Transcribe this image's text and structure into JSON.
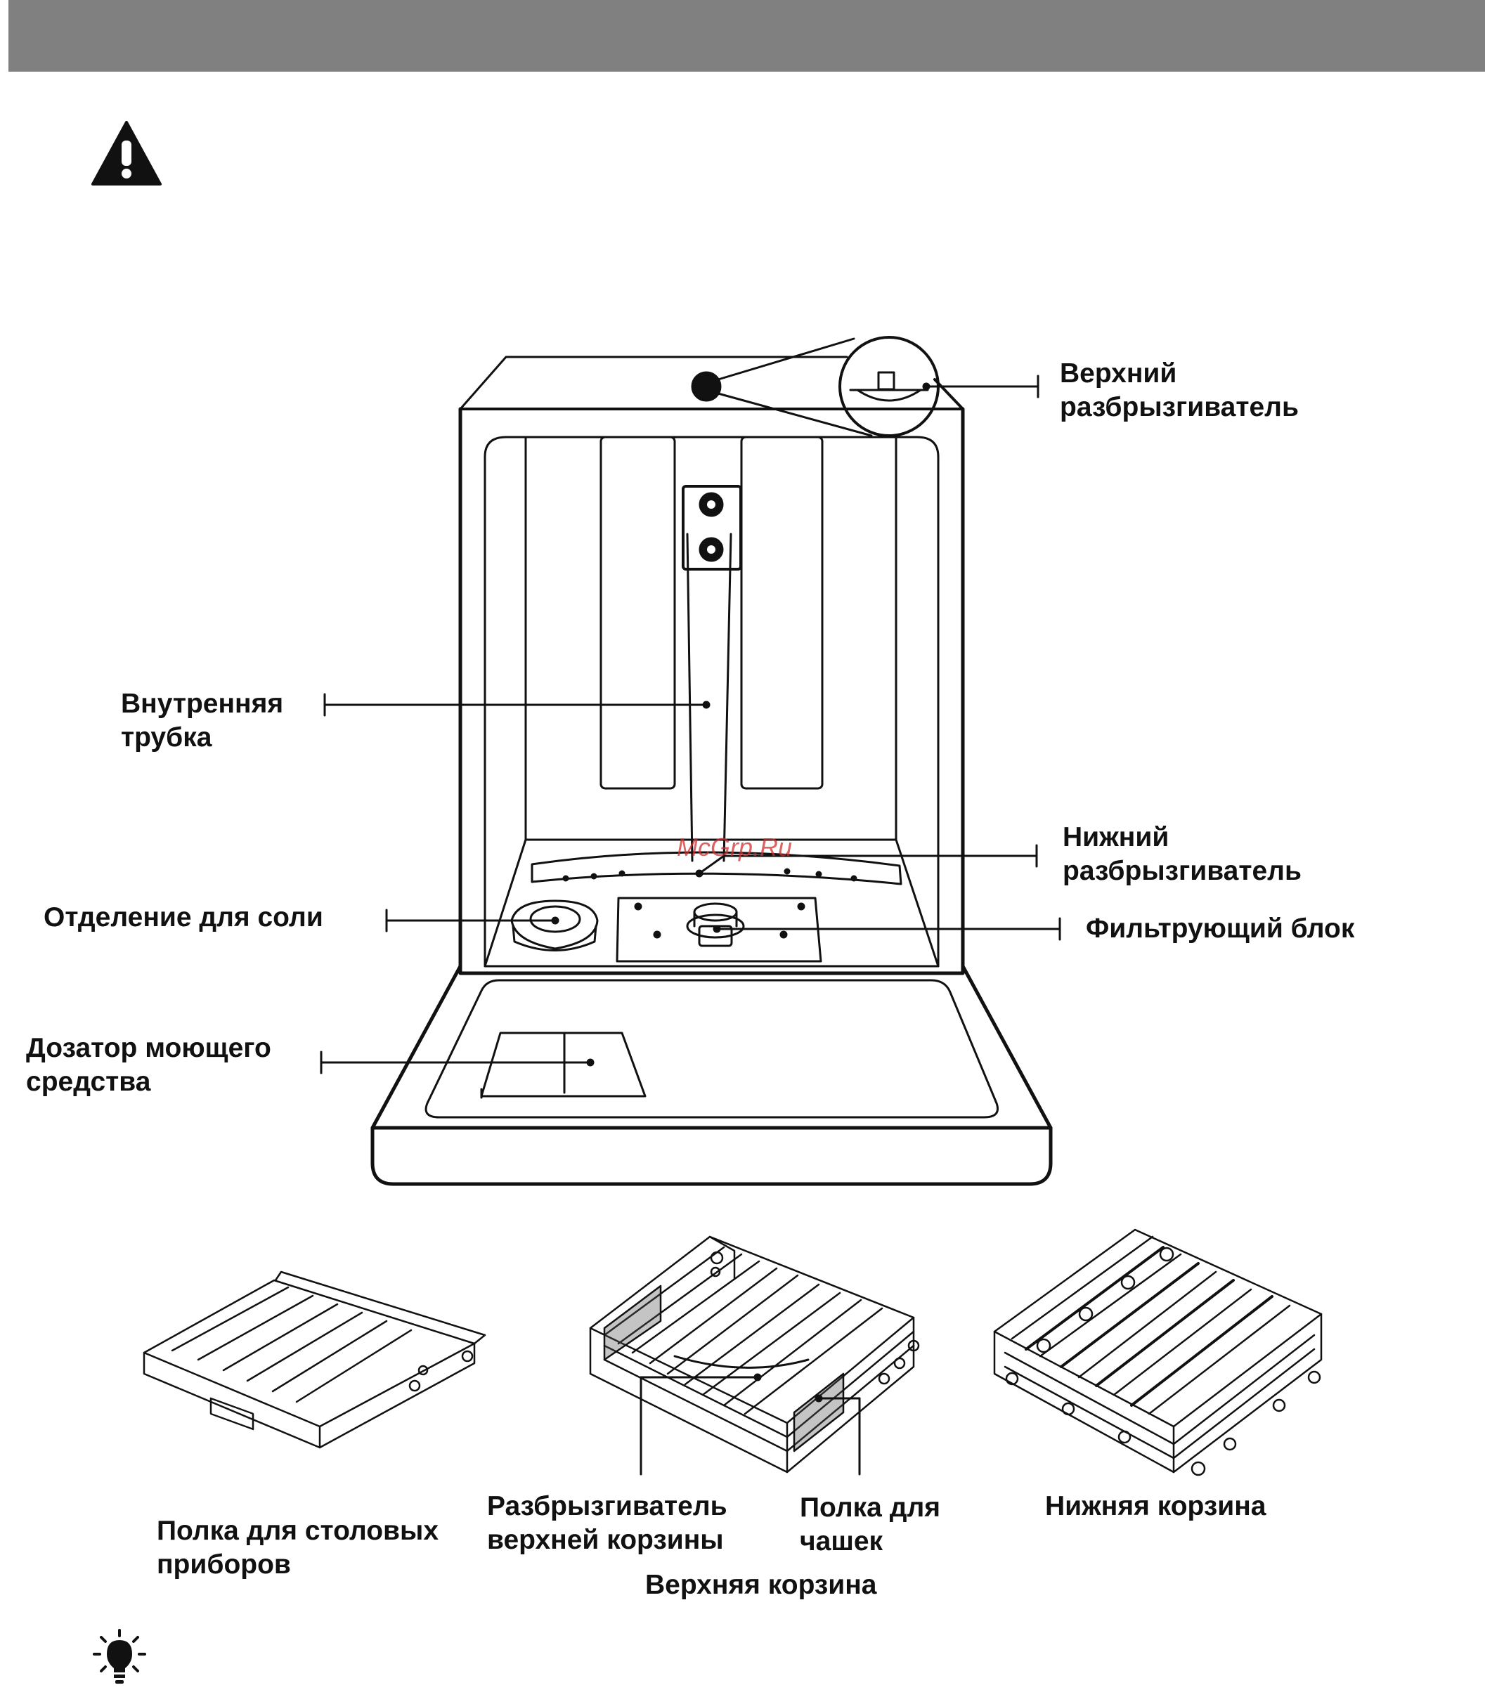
{
  "colors": {
    "header_bar": "#808080",
    "ink": "#111111",
    "watermark": "#d03030"
  },
  "icons": {
    "warning": "warning-triangle-icon",
    "tip": "lightbulb-icon"
  },
  "watermark": "McGrp.Ru",
  "labels": {
    "upper_spray_arm": [
      "Верхний",
      "разбрызгиватель"
    ],
    "inner_tube": [
      "Внутренняя",
      "трубка"
    ],
    "lower_spray_arm": [
      "Нижний",
      "разбрызгиватель"
    ],
    "salt_compartment": "Отделение для соли",
    "filter_unit": "Фильтрующий блок",
    "detergent_dispenser": [
      "Дозатор моющего",
      "средства"
    ],
    "cutlery_tray": [
      "Полка для столовых",
      "приборов"
    ],
    "upper_basket_spray_arm": [
      "Разбрызгиватель",
      "верхней корзины"
    ],
    "cup_shelf": [
      "Полка для",
      "чашек"
    ],
    "lower_basket": "Нижняя корзина",
    "upper_basket": "Верхняя корзина"
  }
}
